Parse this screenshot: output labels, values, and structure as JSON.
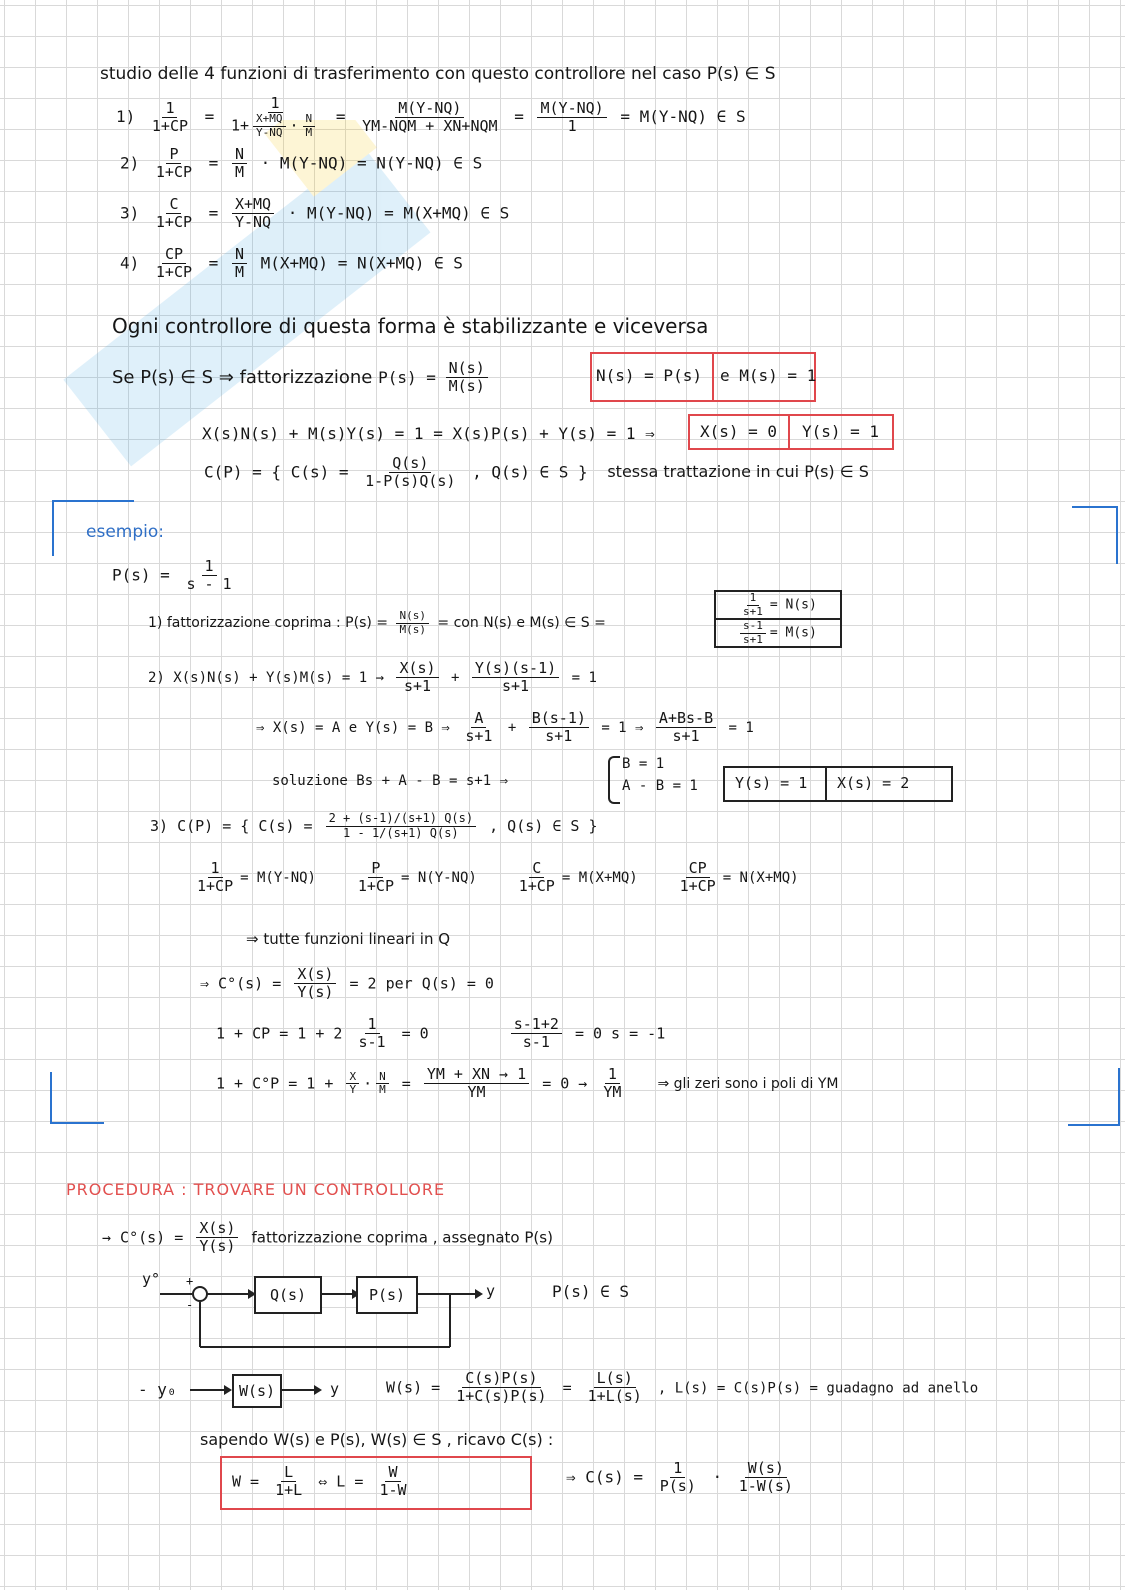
{
  "l1": "studio delle 4 funzioni di trasferimento con questo controllore nel caso P(s) ∈ S",
  "f1_n": "1",
  "f1_d": "1+CP",
  "f1_in_n": "X+MQ",
  "f1_in_d": "Y-NQ",
  "f1_in2_n": "N",
  "f1_in2_d": "M",
  "f1_b_n": "1",
  "f1_b_d": "1+",
  "f1_c_n": "M(Y-NQ)",
  "f1_c_d": "YM-NQM + XN+NQM",
  "f1_d2_n": "M(Y-NQ)",
  "f1_d2_d": "1",
  "f1_res": "= M(Y-NQ) ∈ S",
  "f2_n": "P",
  "f2_d": "1+CP",
  "f2_b_n": "N",
  "f2_b_d": "M",
  "f2_mid": "· M(Y-NQ)",
  "f2_res": "= N(Y-NQ) ∈ S",
  "f3_n": "C",
  "f3_d": "1+CP",
  "f3_b_n": "X+MQ",
  "f3_b_d": "Y-NQ",
  "f3_mid": "· M(Y-NQ)",
  "f3_res": "= M(X+MQ) ∈ S",
  "f4_n": "CP",
  "f4_d": "1+CP",
  "f4_b_n": "N",
  "f4_b_d": "M",
  "f4_mid": "M(X+MQ)",
  "f4_res": "= N(X+MQ) ∈ S",
  "n1": "1)",
  "n2": "2)",
  "n3": "3)",
  "n4": "4)",
  "eq": "=",
  "ogni": "Ogni controllore di questa forma è stabilizzante e viceversa",
  "se": "Se P(s) ∈ S ⇒ fattorizzazione",
  "se_p": "P(s) =",
  "se_n": "N(s)",
  "se_d": "M(s)",
  "box1a": "N(s) = P(s)",
  "box1b": "e M(s) = 1",
  "xline": "X(s)N(s) + M(s)Y(s) = 1 = X(s)P(s) + Y(s) = 1  ⇒",
  "box2a": "X(s) = 0",
  "box2b": "Y(s) = 1",
  "cp_l": "C(P) = { C(s) =",
  "cp_n": "Q(s)",
  "cp_d": "1-P(s)Q(s)",
  "cp_r": ", Q(s) ∈ S }",
  "stessa": "stessa trattazione in cui P(s) ∈ S",
  "esempio": "esempio:",
  "ps": "P(s) =",
  "ps_n": "1",
  "ps_d": "s - 1",
  "fatt": "1) fattorizzazione coprima : P(s) =",
  "fatt_n": "N(s)",
  "fatt_d": "M(s)",
  "fatt_r": "= con N(s) e M(s) ∈ S =",
  "fb1_n": "1",
  "fb1_d": "s+1",
  "fb1_r": "= N(s)",
  "fb2_n": "s-1",
  "fb2_d": "s+1",
  "fb2_r": "= M(s)",
  "s2_l": "2) X(s)N(s) + Y(s)M(s) = 1  →",
  "s2_a_n": "X(s)",
  "s2_a_d": "s+1",
  "s2_b_n": "Y(s)(s-1)",
  "s2_b_d": "s+1",
  "s2_r": "= 1",
  "s2b_l": "⇒ X(s) = A  e  Y(s) = B  ⇒",
  "s2b_a_n": "A",
  "s2b_a_d": "s+1",
  "s2b_b_n": "B(s-1)",
  "s2b_b_d": "s+1",
  "s2b_m": "= 1 ⇒",
  "s2b_c_n": "A+Bs-B",
  "s2b_c_d": "s+1",
  "s2b_r": "= 1",
  "sol_l": "soluzione    Bs + A - B = s+1   ⇒",
  "sys1": "B = 1",
  "sys2": "A - B = 1",
  "box3a": "Y(s) = 1",
  "box3b": "X(s) = 2",
  "s3_l": "3)  C(P) = { C(s) =",
  "s3_n": "2 + (s-1)/(s+1) Q(s)",
  "s3_d": "1 - 1/(s+1) Q(s)",
  "s3_r": ", Q(s) ∈ S }",
  "t1_n": "1",
  "t1_d": "1+CP",
  "t1_r": "= M(Y-NQ)",
  "t2_n": "P",
  "t2_d": "1+CP",
  "t2_r": "= N(Y-NQ)",
  "t3_n": "C",
  "t3_d": "1+CP",
  "t3_r": "= M(X+MQ)",
  "t4_n": "CP",
  "t4_d": "1+CP",
  "t4_r": "= N(X+MQ)",
  "lineari": "⇒ tutte funzioni lineari in Q",
  "c0_l": "⇒ C°(s) =",
  "c0_n": "X(s)",
  "c0_d": "Y(s)",
  "c0_r": "= 2  per  Q(s) = 0",
  "k1_l": "1 + CP = 1 + 2",
  "k1_n": "1",
  "k1_d": "s-1",
  "k1_m": "= 0",
  "k1_b_n": "s-1+2",
  "k1_b_d": "s-1",
  "k1_r": "= 0      s = -1",
  "k2_l": "1 + C°P = 1 +",
  "k2_a_n": "X",
  "k2_a_d": "Y",
  "k2_b_n": "N",
  "k2_b_d": "M",
  "k2_m": "=",
  "k2_c_n": "YM + XN → 1",
  "k2_c_d": "YM",
  "k2_m2": "= 0   →",
  "k2_d_n": "1",
  "k2_d_d": "YM",
  "k2_r": "⇒ gli zeri sono i poli di YM",
  "procedura": "PROCEDURA : TROVARE UN CONTROLLORE",
  "pr1_l": "→   C°(s) =",
  "pr1_n": "X(s)",
  "pr1_d": "Y(s)",
  "pr1_r": "fattorizzazione coprima , assegnato P(s)",
  "y0": "y°",
  "plus": "+",
  "minus": "-",
  "blkQ": "Q(s)",
  "blkP": "P(s)",
  "yout": "y",
  "pinS": "P(s) ∈ S",
  "w_l": "- y₀",
  "blkW": "W(s)",
  "w_y": "y",
  "w_eq": "W(s) =",
  "w_n": "C(s)P(s)",
  "w_d": "1+C(s)P(s)",
  "w_eq2": "=",
  "w2_n": "L(s)",
  "w2_d": "1+L(s)",
  "w_r": ", L(s) = C(s)P(s) = guadagno ad anello",
  "sap": "sapendo  W(s) e P(s), W(s) ∈ S , ricavo C(s) :",
  "bx_l": "W =",
  "bx_n": "L",
  "bx_d": "1+L",
  "bx_m": "⇔  L =",
  "bx2_n": "W",
  "bx2_d": "1-W",
  "fin_l": "⇒ C(s) =",
  "fin_n": "1",
  "fin_d": "P(s)",
  "fin_m": "·",
  "fin2_n": "W(s)",
  "fin2_d": "1-W(s)"
}
